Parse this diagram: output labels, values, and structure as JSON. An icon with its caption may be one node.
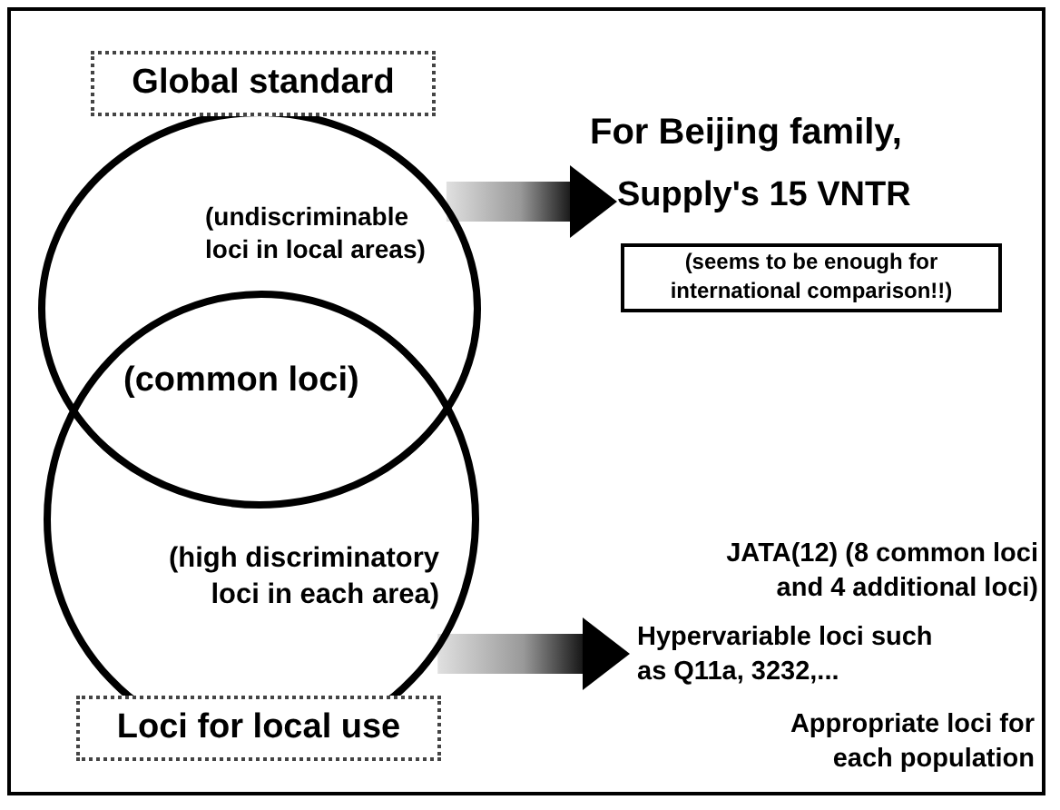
{
  "diagram": {
    "title": "For Beijing family,",
    "nodes": [
      {
        "text": [
          "Global standard"
        ]
      },
      {
        "text": [
          "(undiscriminable loci in local areas)"
        ]
      },
      {
        "text": [
          "(high discriminatory loci in each area)"
        ]
      },
      {
        "text": [
          "Loci for local use"
        ]
      },
      {
        "text": [
          "Supply's 15 VNTR"
        ]
      },
      {
        "text": [
          "(seems to be enough for international comparison!!)"
        ]
      },
      {
        "text": [
          "JATA(12) (8 common loci and 4 additional loci)"
        ]
      },
      {
        "text": [
          "Hypervariable loci such as Q11a, 3232,..."
        ]
      },
      {
        "text": [
          "Appropriate loci for each population"
        ]
      }
    ],
    "edges": [
      {
        "from": 1,
        "to": 4,
        "arrow": "to",
        "style": "thick"
      },
      {
        "from": 2,
        "to": 7,
        "arrow": "to",
        "style": "thick"
      }
    ],
    "labels": [
      "(common loci)"
    ]
  }
}
